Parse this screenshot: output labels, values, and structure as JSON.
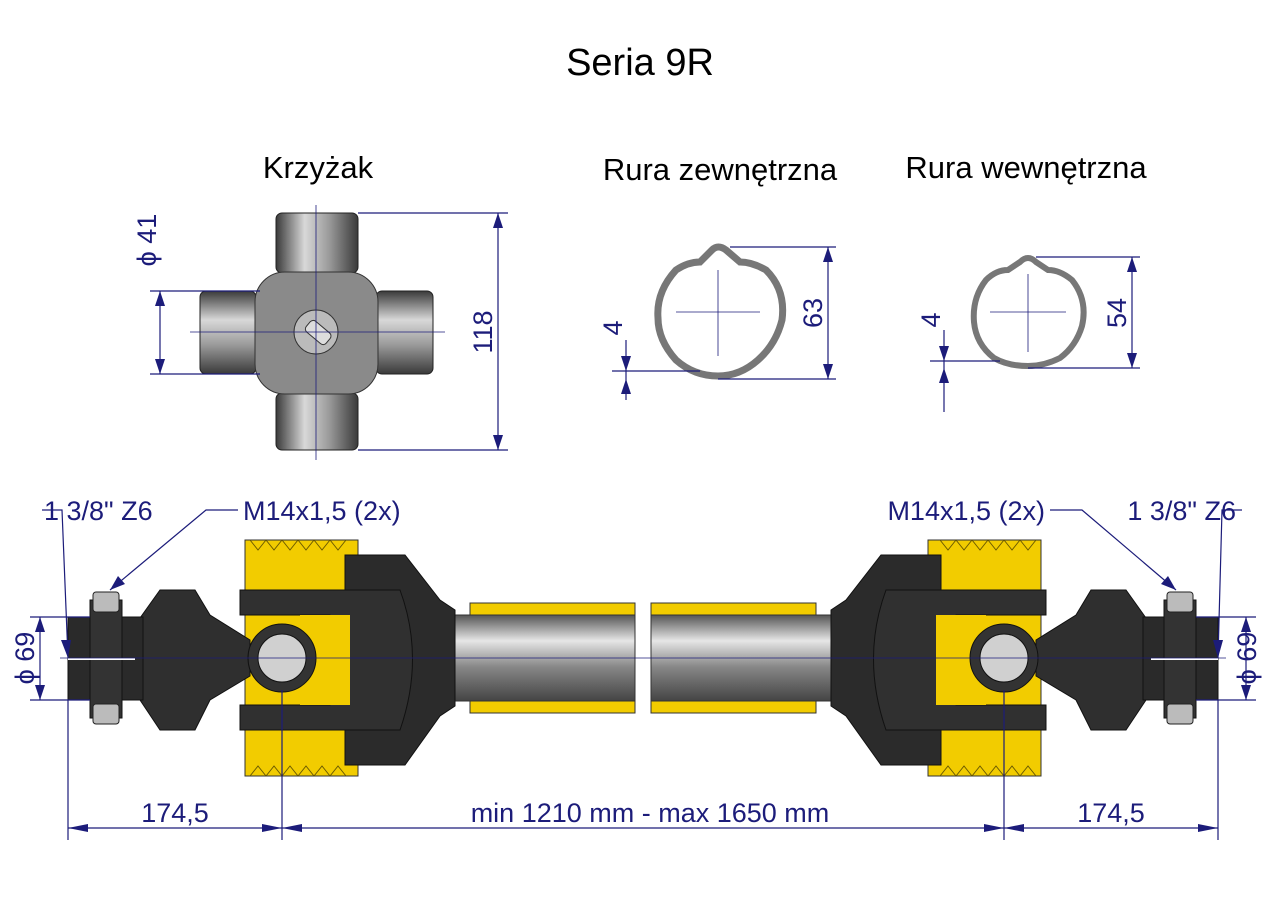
{
  "title": "Seria 9R",
  "sections": {
    "cross": {
      "heading": "Krzyżak",
      "diameter": "ϕ 41",
      "height": "118"
    },
    "outer_tube": {
      "heading": "Rura zewnętrzna",
      "wall": "4",
      "size": "63"
    },
    "inner_tube": {
      "heading": "Rura wewnętrzna",
      "wall": "4",
      "size": "54"
    }
  },
  "shaft": {
    "left_spline": "1 3/8\" Z6",
    "left_bolt": "M14x1,5 (2x)",
    "right_spline": "1 3/8\" Z6",
    "right_bolt": "M14x1,5 (2x)",
    "left_diameter": "ϕ 69",
    "right_diameter": "ϕ 69",
    "left_length": "174,5",
    "right_length": "174,5",
    "length_range": "min 1210 mm - max 1650 mm"
  },
  "colors": {
    "dimension": "#1c1c7a",
    "shield": "#f2cc00",
    "body": "#2a2a2a"
  }
}
